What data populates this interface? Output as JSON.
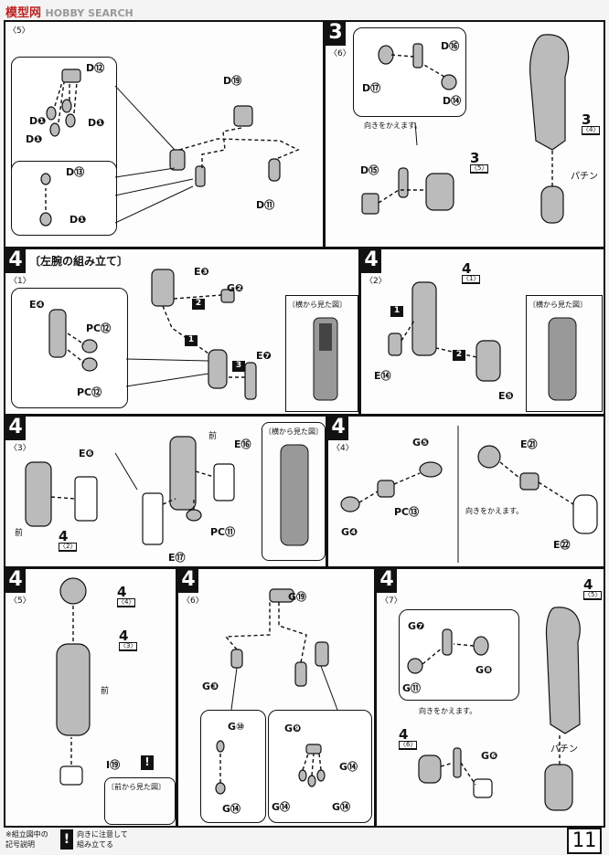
{
  "watermark": {
    "brand": "模型网",
    "text": "HOBBY SEARCH"
  },
  "page_number": "11",
  "legend": {
    "line1": "※組立図中の",
    "line2": "記号説明",
    "warn_mark": "!",
    "warn_text1": "向きに注意して",
    "warn_text2": "組み立てる"
  },
  "common": {
    "side_view": "〔横から見た図〕",
    "front_view": "〔前から見た図〕",
    "turn": "向きをかえます。",
    "click": "パチン",
    "front": "前"
  },
  "p1": {
    "sub": "〈5〉",
    "parts": [
      "D⑫",
      "D❶",
      "D❶",
      "D❶",
      "D⑲",
      "D⑬",
      "D❶",
      "D⑪"
    ]
  },
  "p2": {
    "step": "3",
    "sub": "〈6〉",
    "parts": [
      "D⑯",
      "D⑰",
      "D⑭",
      "D⑮"
    ],
    "ref1": "3",
    "ref1sub": "〈5〉",
    "ref2": "3",
    "ref2sub": "〈4〉"
  },
  "p3": {
    "step": "4",
    "sub": "〈1〉",
    "title": "〔左腕の組み立て〕",
    "parts": [
      "E❸",
      "G❷",
      "E❹",
      "PC⑫",
      "PC⑫",
      "E❼"
    ],
    "nums": [
      "2",
      "1",
      "3"
    ]
  },
  "p4": {
    "step": "4",
    "sub": "〈2〉",
    "parts": [
      "E⑭",
      "E❺"
    ],
    "ref": "4",
    "refsub": "〈1〉",
    "nums": [
      "1",
      "2"
    ]
  },
  "p5": {
    "step": "4",
    "sub": "〈3〉",
    "parts": [
      "E❻",
      "E⑯",
      "PC⑪",
      "E⑰"
    ],
    "ref": "4",
    "refsub": "〈2〉"
  },
  "p6": {
    "step": "4",
    "sub": "〈4〉",
    "parts": [
      "G❺",
      "G❹",
      "PC⑬",
      "E㉑",
      "E㉒"
    ]
  },
  "p7": {
    "step": "4",
    "sub": "〈5〉",
    "parts": [
      "I⑲"
    ],
    "ref1": "4",
    "ref1sub": "〈4〉",
    "ref2": "4",
    "ref2sub": "〈3〉"
  },
  "p8": {
    "step": "4",
    "sub": "〈6〉",
    "parts": [
      "G⑲",
      "G❸",
      "G⑩",
      "G⑭",
      "G❾",
      "G⑭",
      "G⑭",
      "G⑭"
    ]
  },
  "p9": {
    "step": "4",
    "sub": "〈7〉",
    "parts": [
      "G❼",
      "G❽",
      "G⑪",
      "G❻"
    ],
    "ref1": "4",
    "ref1sub": "〈5〉",
    "ref2": "4",
    "ref2sub": "〈6〉"
  }
}
